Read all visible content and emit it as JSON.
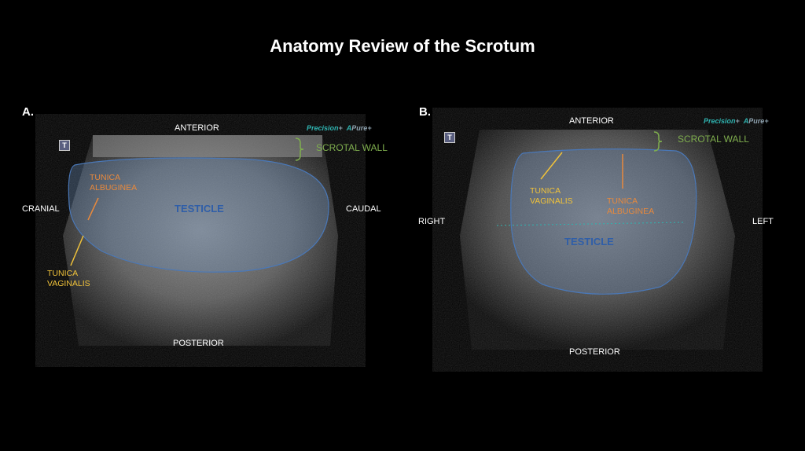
{
  "title": "Anatomy Review of the Scrotum",
  "panel_a": {
    "letter": "A.",
    "anterior": "ANTERIOR",
    "posterior": "POSTERIOR",
    "left_side": "CRANIAL",
    "right_side": "CAUDAL",
    "scrotal_wall": "SCROTAL WALL",
    "testicle": "TESTICLE",
    "tunica_albuginea": [
      "TUNICA",
      "ALBUGINEA"
    ],
    "tunica_vaginalis": [
      "TUNICA",
      "VAGINALIS"
    ],
    "brand_precision": "Precision",
    "brand_pure": "Pure",
    "brand_a": "A",
    "t_marker": "T"
  },
  "panel_b": {
    "letter": "B.",
    "anterior": "ANTERIOR",
    "posterior": "POSTERIOR",
    "left_side": "RIGHT",
    "right_side": "LEFT",
    "scrotal_wall": "SCROTAL WALL",
    "testicle": "TESTICLE",
    "tunica_albuginea": [
      "TUNICA",
      "ALBUGINEA"
    ],
    "tunica_vaginalis": [
      "TUNICA",
      "VAGINALIS"
    ],
    "brand_precision": "Precision",
    "brand_pure": "Pure",
    "brand_a": "A",
    "t_marker": "T"
  },
  "colors": {
    "albuginea": "#e8893c",
    "vaginalis": "#f0c23a",
    "scrotal_wall": "#7fae4e",
    "testicle": "#2f5ea8",
    "outline": "#4a78b8"
  }
}
